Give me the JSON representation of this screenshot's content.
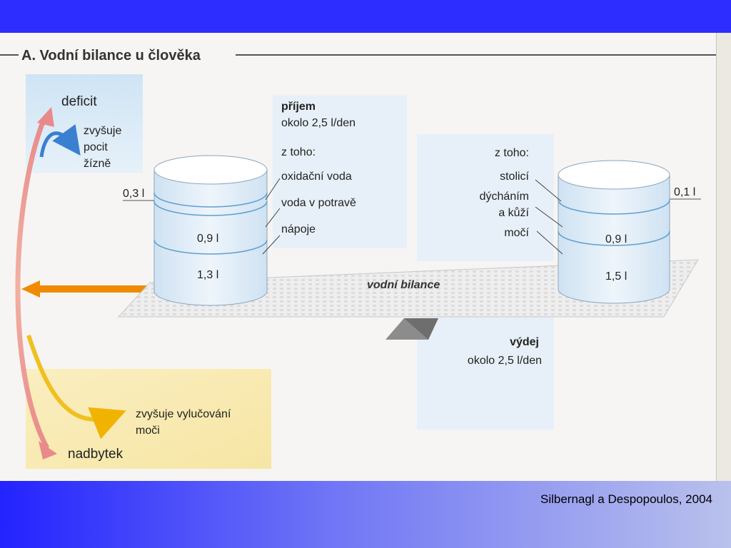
{
  "title": "A. Vodní bilance u člověka",
  "deficit": {
    "label": "deficit",
    "effect_lines": [
      "zvyšuje",
      "pocit",
      "žízně"
    ]
  },
  "excess": {
    "label": "nadbytek",
    "effect_lines": [
      "zvyšuje vylučování",
      "moči"
    ]
  },
  "intake": {
    "heading": "příjem",
    "amount": "okolo 2,5 l/den",
    "of_which": "z toho:",
    "sources": [
      "oxidační voda",
      "voda v potravě",
      "nápoje"
    ],
    "volumes": [
      "0,3 l",
      "0,9 l",
      "1,3 l"
    ]
  },
  "output": {
    "heading": "výdej",
    "amount": "okolo 2,5 l/den",
    "of_which": "z toho:",
    "routes": [
      "stolicí",
      "dýcháním",
      "a kůží",
      "močí"
    ],
    "volumes": [
      "0,1 l",
      "0,9 l",
      "1,5 l"
    ]
  },
  "balance_label": "vodní bilance",
  "credit": "Silbernagl a Despopoulos, 2004",
  "colors": {
    "band_blue": "#2d2dff",
    "panel_blue": "#daeaf6",
    "panel_yellow": "#f8eab0",
    "arrow_orange": "#f08a00"
  }
}
